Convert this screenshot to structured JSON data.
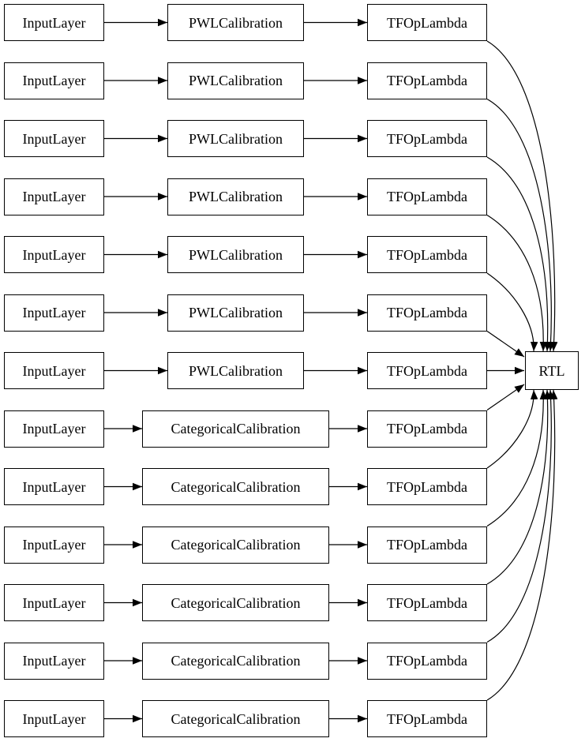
{
  "diagram": {
    "title": "lattice-model-graph",
    "rtl": {
      "label": "RTL"
    },
    "node_border_color": "#000000",
    "node_fill_color": "#ffffff",
    "edge_color": "#000000",
    "rows": [
      {
        "input": "InputLayer",
        "calibration": "PWLCalibration",
        "lambda": "TFOpLambda",
        "type": "pwl"
      },
      {
        "input": "InputLayer",
        "calibration": "PWLCalibration",
        "lambda": "TFOpLambda",
        "type": "pwl"
      },
      {
        "input": "InputLayer",
        "calibration": "PWLCalibration",
        "lambda": "TFOpLambda",
        "type": "pwl"
      },
      {
        "input": "InputLayer",
        "calibration": "PWLCalibration",
        "lambda": "TFOpLambda",
        "type": "pwl"
      },
      {
        "input": "InputLayer",
        "calibration": "PWLCalibration",
        "lambda": "TFOpLambda",
        "type": "pwl"
      },
      {
        "input": "InputLayer",
        "calibration": "PWLCalibration",
        "lambda": "TFOpLambda",
        "type": "pwl"
      },
      {
        "input": "InputLayer",
        "calibration": "PWLCalibration",
        "lambda": "TFOpLambda",
        "type": "pwl"
      },
      {
        "input": "InputLayer",
        "calibration": "CategoricalCalibration",
        "lambda": "TFOpLambda",
        "type": "categorical"
      },
      {
        "input": "InputLayer",
        "calibration": "CategoricalCalibration",
        "lambda": "TFOpLambda",
        "type": "categorical"
      },
      {
        "input": "InputLayer",
        "calibration": "CategoricalCalibration",
        "lambda": "TFOpLambda",
        "type": "categorical"
      },
      {
        "input": "InputLayer",
        "calibration": "CategoricalCalibration",
        "lambda": "TFOpLambda",
        "type": "categorical"
      },
      {
        "input": "InputLayer",
        "calibration": "CategoricalCalibration",
        "lambda": "TFOpLambda",
        "type": "categorical"
      },
      {
        "input": "InputLayer",
        "calibration": "CategoricalCalibration",
        "lambda": "TFOpLambda",
        "type": "categorical"
      }
    ]
  }
}
